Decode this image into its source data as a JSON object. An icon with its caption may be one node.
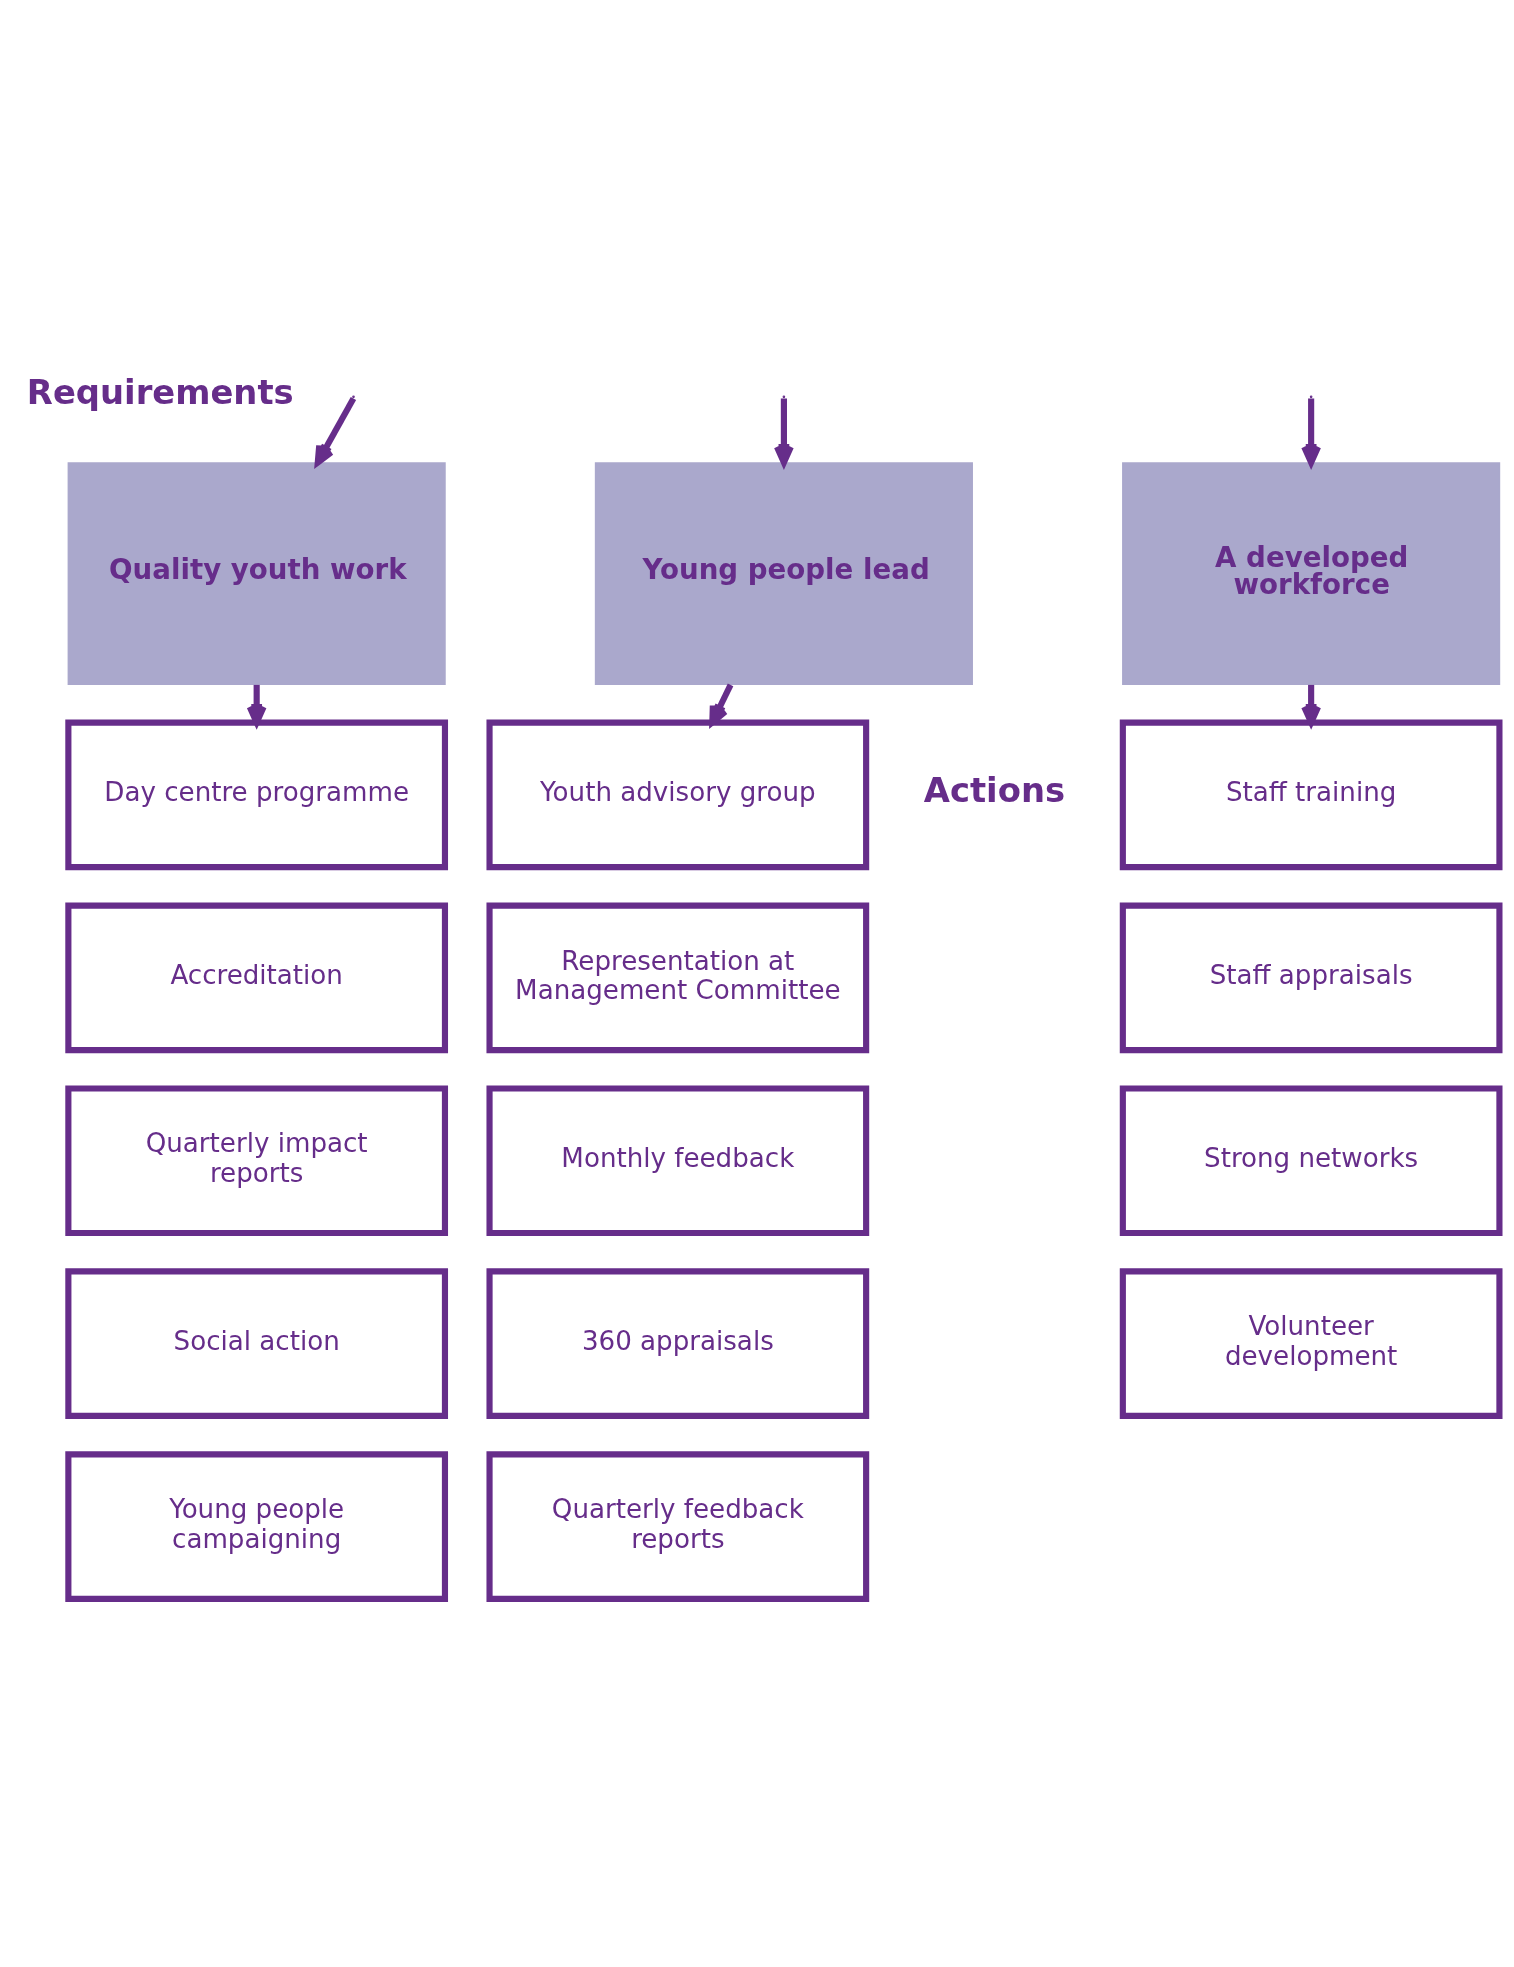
{
  "diagram": {
    "nodes": [
      {
        "text": [
          "Young people lead"
        ]
      },
      {
        "text": [
          "Quality youth work"
        ]
      },
      {
        "text": [
          "A developed workforce"
        ]
      },
      {
        "text": [
          "Youth advisory group"
        ]
      },
      {
        "text": [
          "Representation at Management Committee"
        ]
      },
      {
        "text": [
          "Monthly feedback"
        ]
      },
      {
        "text": [
          "360 appraisals"
        ]
      },
      {
        "text": [
          "Quarterly feedback reports"
        ]
      },
      {
        "text": [
          "Day centre programme"
        ]
      },
      {
        "text": [
          "Accreditation"
        ]
      },
      {
        "text": [
          "Quarterly impact reports"
        ]
      },
      {
        "text": [
          "Social action"
        ]
      },
      {
        "text": [
          "Young people campaigning"
        ]
      },
      {
        "text": [
          "Staff training"
        ]
      },
      {
        "text": [
          "Staff appraisals"
        ]
      },
      {
        "text": [
          "Strong networks"
        ]
      },
      {
        "text": [
          "Volunteer development"
        ]
      }
    ],
    "edges": [
      {
        "from": null,
        "to": 0,
        "arrow": "to"
      },
      {
        "from": null,
        "to": 1,
        "arrow": "to"
      },
      {
        "from": null,
        "to": 2,
        "arrow": "to"
      },
      {
        "from": 0,
        "to": 3,
        "arrow": "to"
      },
      {
        "from": 1,
        "to": 8,
        "arrow": "to"
      },
      {
        "from": 2,
        "to": 13,
        "arrow": "to"
      }
    ],
    "labels": [
      "Requirements",
      "Actions"
    ]
  }
}
